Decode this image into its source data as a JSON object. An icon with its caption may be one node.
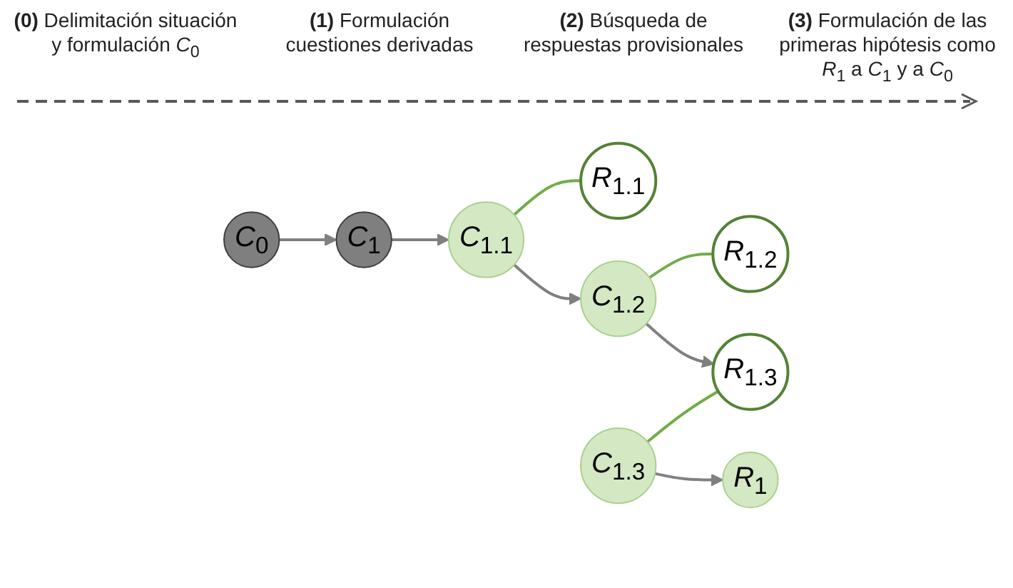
{
  "diagram": {
    "nodes": [
      {
        "text": [
          "*C*$_{0}$"
        ]
      },
      {
        "text": [
          "*C*$_{1}$"
        ]
      },
      {
        "text": [
          "*C*$_{1.1}$"
        ]
      },
      {
        "text": [
          "*R*$_{1.1}$"
        ]
      },
      {
        "text": [
          "*R*$_{1}$"
        ]
      },
      {
        "text": [
          "*C*$_{1.3}$"
        ]
      },
      {
        "text": [
          "*R*$_{1.3}$"
        ]
      },
      {
        "text": [
          "*C*$_{1.2}$"
        ]
      },
      {
        "text": [
          "*R*$_{1.2}$"
        ]
      }
    ],
    "edges": [
      {
        "from": 0,
        "to": 1,
        "arrow": "to"
      },
      {
        "from": 1,
        "to": 2,
        "arrow": "to"
      },
      {
        "from": 2,
        "to": 3,
        "arrow": "none",
        "color": "#70ad47"
      },
      {
        "from": 2,
        "to": 7,
        "arrow": "to"
      },
      {
        "from": 7,
        "to": 8,
        "arrow": "none",
        "color": "#70ad47"
      },
      {
        "from": 7,
        "to": 6,
        "arrow": "to"
      },
      {
        "from": 5,
        "to": 6,
        "arrow": "none",
        "color": "#70ad47"
      },
      {
        "from": 5,
        "to": 4,
        "arrow": "to"
      }
    ],
    "labels": [
      "**(0)** Delimitación situación y formulación *C*$_{0}$",
      "**(1)** Formulación cuestiones derivadas",
      "**(2)** Búsqueda de respuestas provisionales",
      "**(3)** Formulación de las primeras hipótesis como *R*$_{1}$ a *C*$_{1}$ y a *C*$_{0}$"
    ]
  }
}
